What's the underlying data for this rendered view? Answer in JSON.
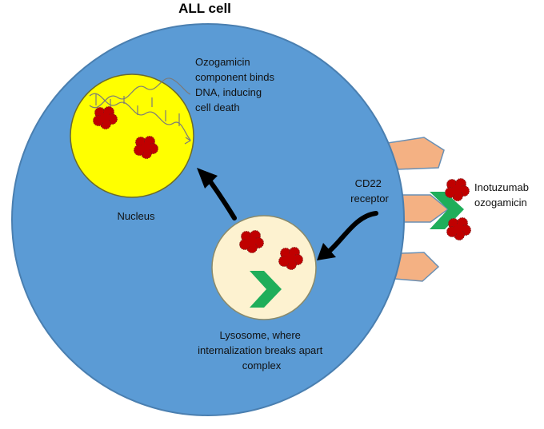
{
  "title": "ALL cell",
  "labels": {
    "ozogamicin": [
      "Ozogamicin",
      "component binds",
      "DNA, inducing",
      "cell death"
    ],
    "nucleus": "Nucleus",
    "receptor": [
      "CD22",
      "receptor"
    ],
    "drug": [
      "Inotuzumab",
      "ozogamicin"
    ],
    "lysosome": [
      "Lysosome, where",
      "internalization breaks apart",
      "complex"
    ]
  },
  "colors": {
    "cell": "#5b9bd5",
    "cell_outline": "#4a7fb0",
    "nucleus": "#ffff00",
    "lysosome": "#fdf2d0",
    "receptor": "#f4b183",
    "antibody": "#1fae5a",
    "payload": "#c00000",
    "arrow": "#000000"
  },
  "icons": {
    "dna": "dna-helix-icon",
    "payload": "payload-cluster-icon",
    "antibody": "antibody-chevron-icon"
  }
}
